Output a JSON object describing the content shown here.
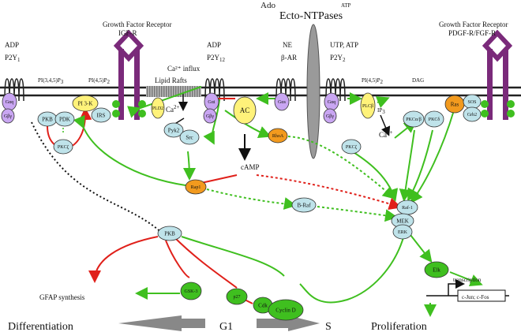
{
  "top": {
    "ado": "Ado",
    "atp": "ATP",
    "ectontpases": "Ecto-NTPases",
    "gfr_left_line1": "Growth Factor Receptor",
    "gfr_left_line2": "IGF-R",
    "gfr_right_line1": "Growth Factor Receptor",
    "gfr_right_line2": "PDGF-R/FGF-R",
    "adp1": "ADP",
    "p2y1": "P2Y",
    "p2y1_sub": "1",
    "adp2": "ADP",
    "p2y12": "P2Y",
    "p2y12_sub": "12",
    "ne": "NE",
    "bar": "β-AR",
    "utp_atp": "UTP, ATP",
    "p2y2": "P2Y",
    "p2y2_sub": "2",
    "ca_influx": "Ca²⁺ influx",
    "lipid_rafts": "Lipid Rafts",
    "pip3": "PI(3,4,5)P",
    "pip3_sub": "3",
    "pip2a": "PI(4,5)P",
    "pip2a_sub": "2",
    "pip2b": "PI(4,5)P",
    "pip2b_sub": "2",
    "dag": "DAG",
    "ip3": "IP",
    "ip3_sub": "3",
    "ca2_a": "Ca",
    "ca2_b": "Ca",
    "ca_sup": "2+",
    "camp": "cAMP",
    "transcription": "transcription",
    "gene": "c-Jun; c-Fos",
    "gfap": "GFAP synthesis",
    "differentiation": "Differentiation",
    "g1": "G1",
    "s": "S",
    "proliferation": "Proliferation"
  },
  "nodes": {
    "gaq1": "Gαq",
    "gbg1": "Gβγ",
    "pkb1": "PKB",
    "pdk": "PDK",
    "pkcz1": "PKCζ",
    "pi3k": "PI 3-K",
    "irs": "IRS",
    "pld2": "PLD2",
    "pyk2": "Pyk2",
    "src": "Src",
    "gai": "Gαi",
    "gbg2": "Gβγ",
    "ac": "AC",
    "gas": "Gαs",
    "rhoa": "RhoA",
    "pkcz2": "PKCζ",
    "gaq2": "Gαq",
    "gbg3": "Gβγ",
    "plcb": "PLCβ",
    "pkcab": "PKCα/β",
    "pkcd": "PKCδ",
    "ras": "Ras",
    "sos": "SOS",
    "grb2": "Grb2",
    "rap1": "Rap1",
    "braf": "B-Raf",
    "raf1": "Raf-1",
    "mek": "MEK",
    "erk": "ERK",
    "pkb2": "PKB",
    "gsk3": "GSK-3",
    "p27": "p27",
    "cdk": "Cdk",
    "cycd": "Cyclin D",
    "elk": "Elk"
  },
  "colors": {
    "green": "#3fbf1f",
    "red": "#e0201a",
    "blue_node": "#bfe3ea",
    "purple_node": "#c9a6f2",
    "yellow_node": "#fff27a",
    "orange_node": "#f29a1e",
    "green_node": "#3fbf1f",
    "receptor": "#7a2a7a",
    "membrane": "#222222"
  }
}
